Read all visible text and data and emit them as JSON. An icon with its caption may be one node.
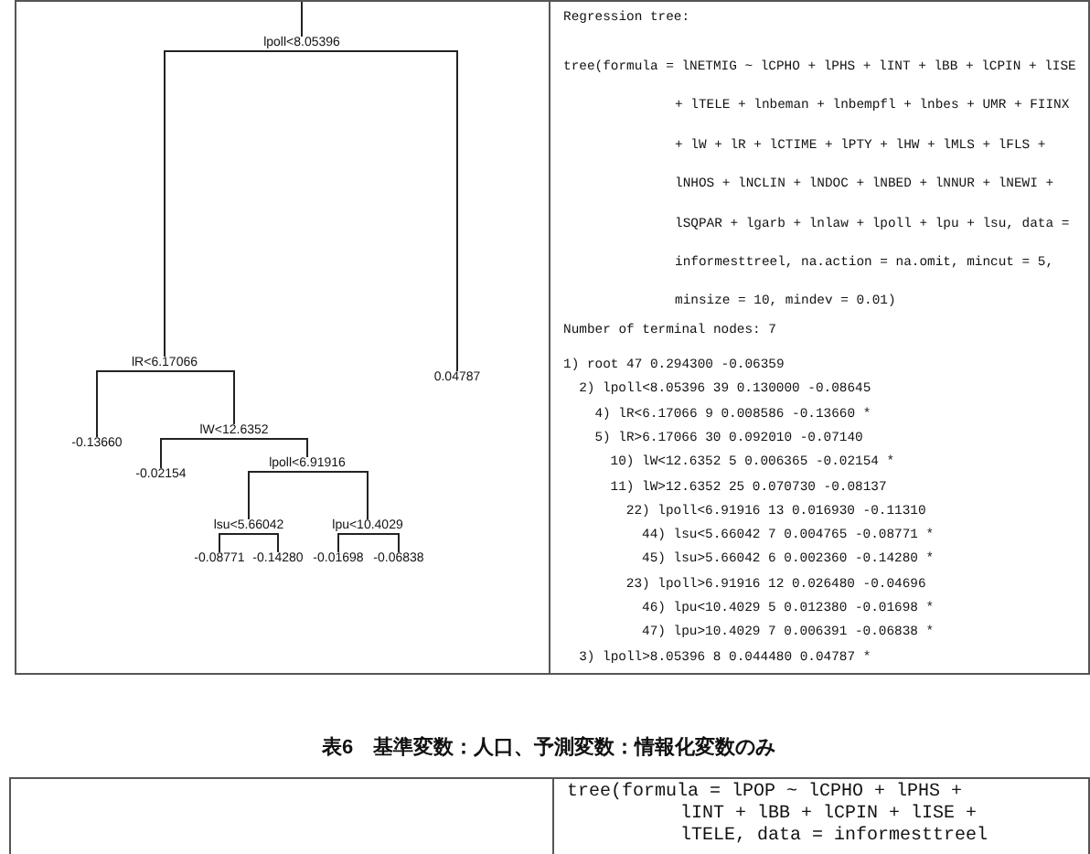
{
  "diagram": {
    "nodes": [
      {
        "text": [
          "lpoll<8.05396"
        ]
      },
      {
        "text": [
          "lR<6.17066"
        ]
      },
      {
        "text": [
          "0.04787"
        ]
      },
      {
        "text": [
          "-0.13660"
        ]
      },
      {
        "text": [
          "lW<12.6352"
        ]
      },
      {
        "text": [
          "-0.02154"
        ]
      },
      {
        "text": [
          "lpoll<6.91916"
        ]
      },
      {
        "text": [
          "lsu<5.66042"
        ]
      },
      {
        "text": [
          "lpu<10.4029"
        ]
      },
      {
        "text": [
          "-0.08771"
        ]
      },
      {
        "text": [
          "-0.14280"
        ]
      },
      {
        "text": [
          "-0.01698"
        ]
      },
      {
        "text": [
          "-0.06838"
        ]
      }
    ],
    "edges": [
      {
        "from": 0,
        "to": 1,
        "arrow": "none"
      },
      {
        "from": 0,
        "to": 2,
        "arrow": "none"
      },
      {
        "from": 1,
        "to": 3,
        "arrow": "none"
      },
      {
        "from": 1,
        "to": 4,
        "arrow": "none"
      },
      {
        "from": 4,
        "to": 5,
        "arrow": "none"
      },
      {
        "from": 4,
        "to": 6,
        "arrow": "none"
      },
      {
        "from": 6,
        "to": 7,
        "arrow": "none"
      },
      {
        "from": 6,
        "to": 8,
        "arrow": "none"
      },
      {
        "from": 7,
        "to": 9,
        "arrow": "none"
      },
      {
        "from": 7,
        "to": 10,
        "arrow": "none"
      },
      {
        "from": 8,
        "to": 11,
        "arrow": "none"
      },
      {
        "from": 8,
        "to": 12,
        "arrow": "none"
      }
    ],
    "labels": [
      "Regression tree:",
      "tree(formula = lNETMIG ~ lCPHO + lPHS + lINT + lBB + lCPIN + lISE + lTELE + lnbeman + lnbempfl + lnbes + UMR + FIINX + lW + lR + lCTIME + lPTY + lHW + lMLS + lFLS + lNHOS + lNCLIN + lNDOC + lNBED + lNNUR + lNEWI + lSQPAR + lgarb + lnlaw + lpoll + lpu + lsu, data = informesttreel, na.action = na.omit, mincut = 5, minsize = 10, mindev = 0.01)",
      "Number of terminal nodes: 7",
      "1) root 47 0.294300 -0.06359",
      "2) lpoll<8.05396 39 0.130000 -0.08645",
      "4) lR<6.17066 9 0.008586 -0.13660 *",
      "5) lR>6.17066 30 0.092010 -0.07140",
      "10) lW<12.6352 5 0.006365 -0.02154 *",
      "11) lW>12.6352 25 0.070730 -0.08137",
      "22) lpoll<6.91916 13 0.016930 -0.11310",
      "44) lsu<5.66042 7 0.004765 -0.08771 *",
      "45) lsu>5.66042 6 0.002360 -0.14280 *",
      "23) lpoll>6.91916 12 0.026480 -0.04696",
      "46) lpu<10.4029 5 0.012380 -0.01698 *",
      "47) lpu>10.4029 7 0.006391 -0.06838 *",
      "3) lpoll>8.05396 8 0.044480 0.04787 *",
      "表6　基準変数：人口、予測変数：情報化変数のみ",
      "tree(formula = lPOP ~ lCPHO + lPHS + lINT + lBB + lCPIN + lISE + lTELE, data = informesttreel"
    ]
  }
}
